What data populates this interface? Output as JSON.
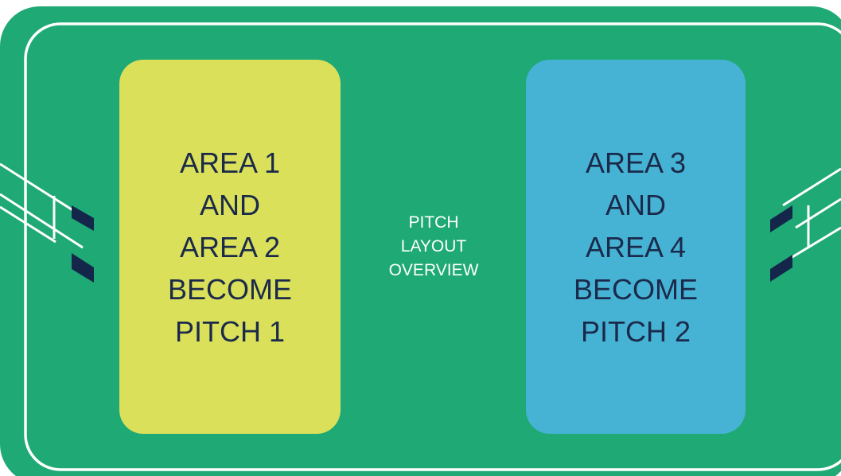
{
  "colors": {
    "field": "#1ea975",
    "field_border": "#178f63",
    "line": "#ffffff",
    "area_left": "#dbe05a",
    "area_right": "#46b3d5",
    "text_dark": "#1b2a4a",
    "goal_post": "#14274a"
  },
  "center_label": "PITCH\nLAYOUT\nOVERVIEW",
  "areas": [
    {
      "label": "AREA 1\nAND\nAREA 2\nBECOME\nPITCH 1"
    },
    {
      "label": "AREA 3\nAND\nAREA 4\nBECOME\nPITCH 2"
    }
  ]
}
